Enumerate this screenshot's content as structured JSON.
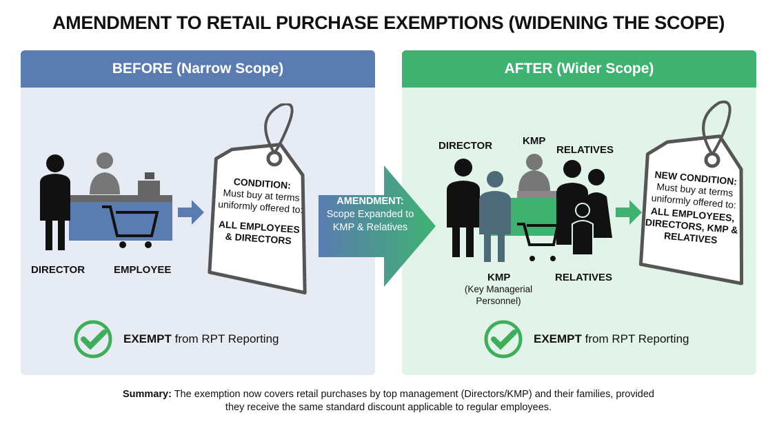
{
  "title": "AMENDMENT TO RETAIL PURCHASE EXEMPTIONS (WIDENING THE SCOPE)",
  "before": {
    "header": "BEFORE (Narrow Scope)",
    "labels": [
      "DIRECTOR",
      "EMPLOYEE"
    ],
    "tag": {
      "heading": "CONDITION:",
      "body": "Must buy at terms uniformly offered to:",
      "scope": "ALL EMPLOYEES & DIRECTORS"
    },
    "exempt_bold": "EXEMPT",
    "exempt_rest": " from RPT Reporting"
  },
  "amendment": {
    "heading": "AMENDMENT:",
    "body": "Scope Expanded to KMP & Relatives"
  },
  "after": {
    "header": "AFTER (Wider Scope)",
    "labels": {
      "director": "DIRECTOR",
      "kmp_top": "KMP",
      "relatives_top": "RELATIVES",
      "kmp_bottom": "KMP",
      "kmp_full": "(Key Managerial Personnel)",
      "relatives_bottom": "RELATIVES"
    },
    "tag": {
      "heading": "NEW CONDITION:",
      "body": "Must buy at terms uniformly offered to:",
      "scope": "ALL EMPLOYEES, DIRECTORS, KMP & RELATIVES"
    },
    "exempt_bold": "EXEMPT",
    "exempt_rest": " from RPT Reporting"
  },
  "summary": {
    "bold": "Summary:",
    "text": " The exemption now covers retail purchases by top management (Directors/KMP) and their families, provided they receive the same standard discount applicable to regular employees."
  },
  "colors": {
    "before": "#5a7cb0",
    "after": "#3fb272",
    "check": "#3fae5a"
  }
}
